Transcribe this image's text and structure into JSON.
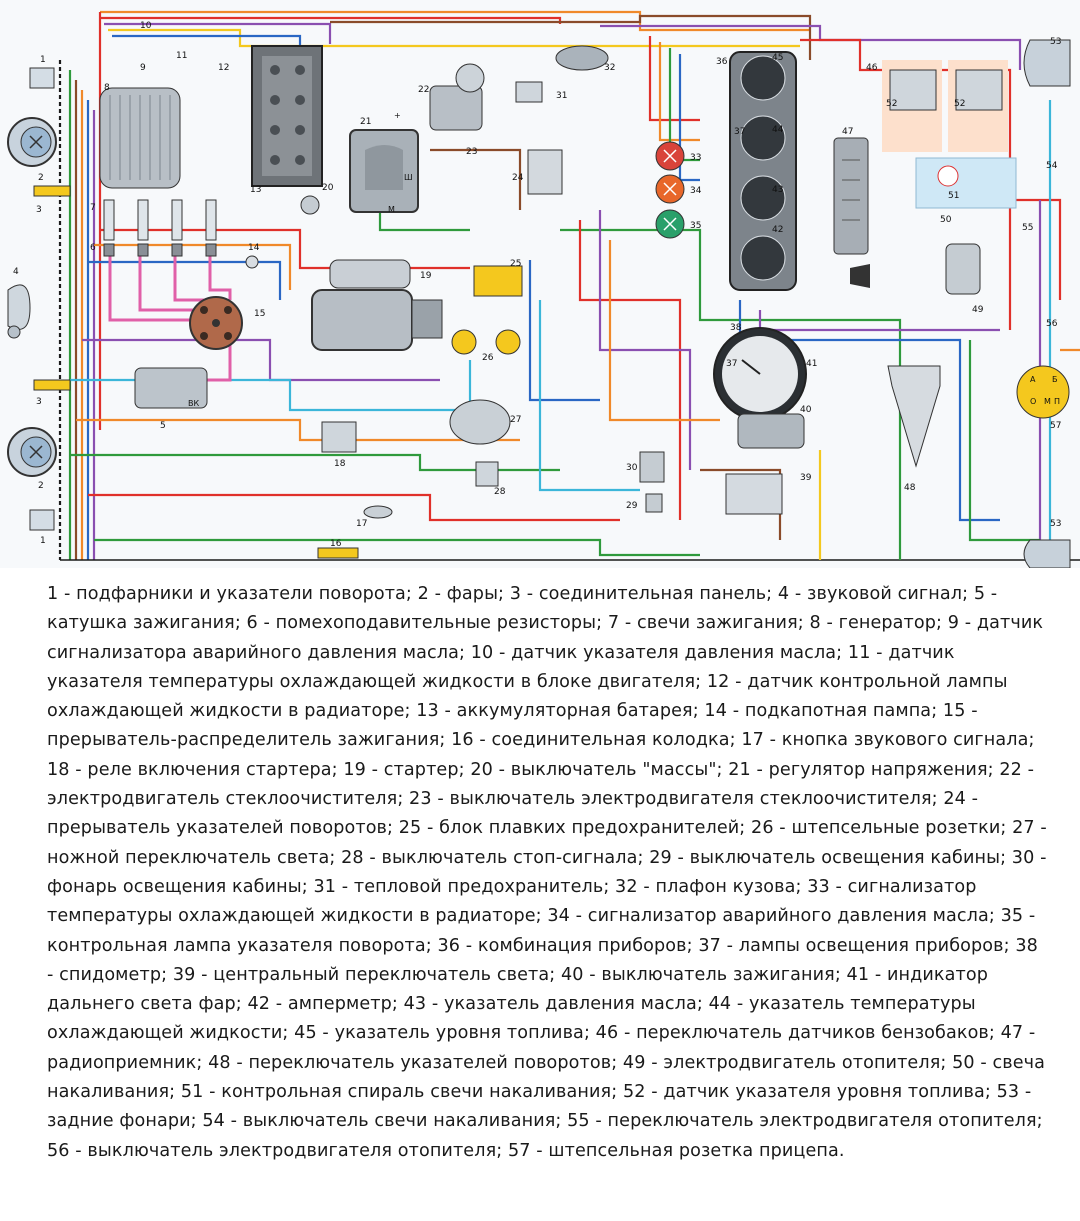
{
  "diagram": {
    "labels": {
      "l1a": "1",
      "l1b": "1",
      "l2a": "2",
      "l2b": "2",
      "l3a": "3",
      "l3b": "3",
      "l4": "4",
      "l5": "5",
      "l6": "6",
      "l7": "7",
      "l8": "8",
      "l9": "9",
      "l10": "10",
      "l11": "11",
      "l12": "12",
      "l13": "13",
      "l14": "14",
      "l15": "15",
      "l16": "16",
      "l17": "17",
      "l18": "18",
      "l19": "19",
      "l20": "20",
      "l21": "21",
      "l22": "22",
      "l23": "23",
      "l24": "24",
      "l25": "25",
      "l26": "26",
      "l27": "27",
      "l28": "28",
      "l29": "29",
      "l30": "30",
      "l31": "31",
      "l32": "32",
      "l33": "33",
      "l34": "34",
      "l35": "35",
      "l36": "36",
      "l37a": "37",
      "l37b": "37",
      "l38": "38",
      "l39": "39",
      "l40": "40",
      "l41": "41",
      "l42": "42",
      "l43": "43",
      "l44": "44",
      "l45": "45",
      "l46": "46",
      "l47": "47",
      "l48": "48",
      "l49": "49",
      "l50": "50",
      "l51": "51",
      "l52a": "52",
      "l52b": "52",
      "l53a": "53",
      "l53b": "53",
      "l54": "54",
      "l55": "55",
      "l56": "56",
      "l57": "57",
      "vk": "ВК",
      "sh": "Ш",
      "m": "М",
      "plus": "+",
      "gauge_a": "А",
      "gauge_b": "Б",
      "gauge_o": "О",
      "gauge_m": "М",
      "gauge_p": "П"
    },
    "colors": {
      "red": "#e0302a",
      "orange": "#f0892a",
      "green": "#2f9a3c",
      "blue": "#2a67c4",
      "cyan": "#3bb6d9",
      "purple": "#8a4fb0",
      "pink": "#e060a8",
      "brown": "#8a4b2a",
      "black": "#1a1a1a",
      "yellow": "#f4c81e",
      "lamp_red": "#d9433a",
      "lamp_orange": "#e8672a",
      "lamp_green": "#2aa06a"
    }
  },
  "legend": {
    "text": "1 - подфарники и указатели поворота; 2 - фары; 3 - соединительная панель; 4 - звуковой сигнал; 5 - катушка зажигания; 6 - помехоподавительные резисторы; 7 - свечи зажигания; 8 - генератор; 9 - датчик сигнализатора аварийного давления масла; 10 - датчик указателя давления масла; 11 - датчик указателя температуры охлаждающей жидкости в блоке двигателя; 12 - датчик контрольной лампы охлаждающей жидкости в радиаторе; 13 - аккумуляторная батарея; 14 - подкапотная пампа; 15 - прерыватель-распределитель зажигания; 16 - соединительная колодка; 17 - кнопка звукового сигнала; 18 - реле включения стартера; 19 - стартер; 20 - выключатель \"массы\"; 21 - регулятор напряжения; 22 - электродвигатель стеклоочистителя; 23 - выключатель электродвигателя стеклоочистителя; 24 - прерыватель указателей поворотов; 25 - блок плавких предохранителей; 26 - штепсельные розетки; 27 - ножной переключатель света; 28 - выключатель стоп-сигнала; 29 - выключатель освещения кабины; 30 - фонарь освещения кабины; 31 - тепловой предохранитель; 32 - плафон кузова; 33 - сигнализатор температуры охлаждающей жидкости в радиаторе; 34 - сигнализатор аварийного давления масла; 35 - контрольная лампа указателя поворота; 36 - комбинация приборов; 37 - лампы освещения приборов; 38 - спидометр; 39 - центральный переключатель света; 40 - выключатель зажигания; 41 - индикатор дальнего света фар; 42 - амперметр; 43 - указатель давления масла; 44 - указатель температуры охлаждающей жидкости; 45 - указатель уровня топлива; 46 - переключатель датчиков бензобаков; 47 - радиоприемник; 48 - переключатель указателей поворотов; 49 - электродвигатель отопителя; 50 - свеча накаливания; 51 - контрольная спираль свечи накаливания; 52 - датчик указателя уровня топлива; 53 - задние фонари; 54 - выключатель свечи накаливания; 55 - переключатель электродвигателя отопителя; 56 - выключатель электродвигателя отопителя; 57 - штепсельная розетка прицепа."
  }
}
